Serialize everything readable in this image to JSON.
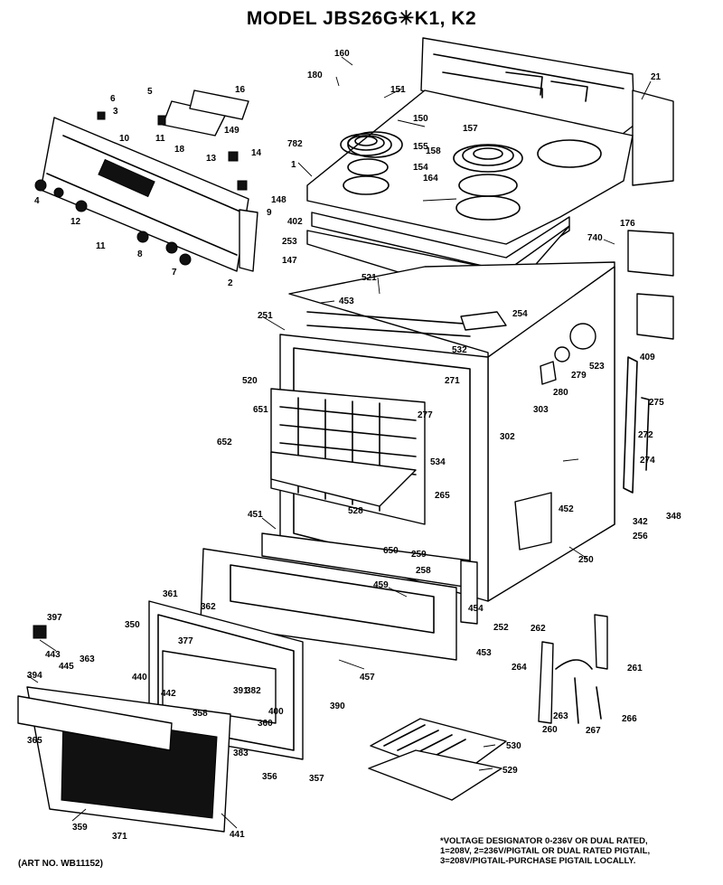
{
  "diagram": {
    "title": "MODEL JBS26G✳K1, K2",
    "art_number": "(ART NO. WB11152)",
    "voltage_note": [
      "*VOLTAGE DESIGNATOR 0-236V OR DUAL RATED,",
      "1=208V, 2=236V/PIGTAIL OR DUAL RATED PIGTAIL,",
      "3=208V/PIGTAIL-PURCHASE PIGTAIL LOCALLY."
    ],
    "part_labels": [
      "160",
      "180",
      "151",
      "16",
      "21",
      "6",
      "5",
      "3",
      "10",
      "11",
      "149",
      "150",
      "157",
      "155",
      "158",
      "154",
      "164",
      "18",
      "13",
      "14",
      "782",
      "1",
      "9",
      "148",
      "402",
      "253",
      "176",
      "740",
      "147",
      "4",
      "12",
      "8",
      "7",
      "11",
      "2",
      "521",
      "453",
      "254",
      "251",
      "532",
      "271",
      "523",
      "279",
      "280",
      "409",
      "275",
      "520",
      "651",
      "277",
      "652",
      "303",
      "302",
      "534",
      "528",
      "265",
      "272",
      "274",
      "452",
      "348",
      "342",
      "256",
      "650",
      "451",
      "250",
      "259",
      "258",
      "459",
      "454",
      "252",
      "361",
      "362",
      "397",
      "350",
      "377",
      "443",
      "363",
      "445",
      "440",
      "453",
      "457",
      "262",
      "261",
      "394",
      "442",
      "391",
      "382",
      "400",
      "264",
      "360",
      "390",
      "358",
      "263",
      "266",
      "365",
      "530",
      "383",
      "267",
      "260",
      "356",
      "357",
      "529",
      "359",
      "371",
      "441"
    ]
  }
}
